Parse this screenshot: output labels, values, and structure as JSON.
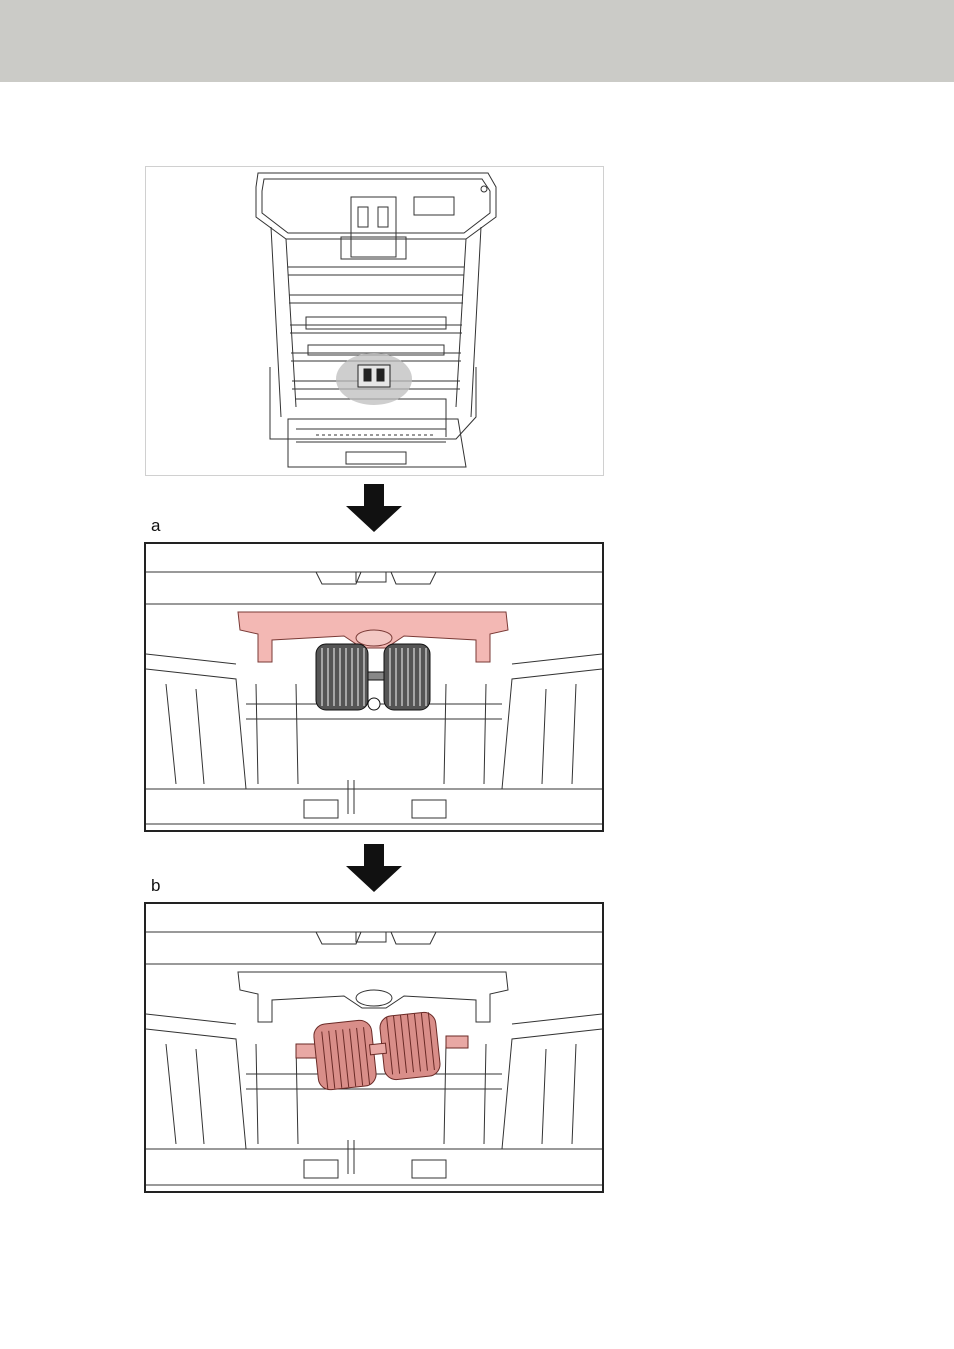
{
  "header": {
    "color": "#cbcbc7"
  },
  "steps": [
    {
      "id": "a",
      "label": "a",
      "highlight": "cover",
      "highlight_color": "#f3b8b4"
    },
    {
      "id": "b",
      "label": "b",
      "highlight": "rollers",
      "highlight_color": "#e8a8a4"
    }
  ],
  "icons": {
    "step_arrow": "down-arrow-icon"
  }
}
